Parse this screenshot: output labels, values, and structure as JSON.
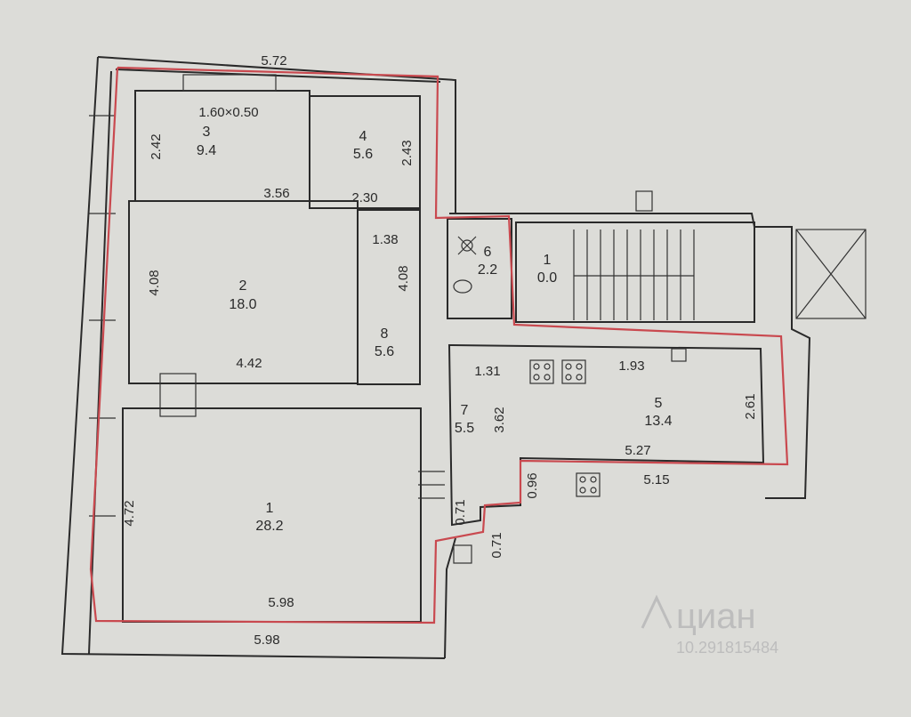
{
  "rooms": [
    {
      "number": "1",
      "area": "28.2"
    },
    {
      "number": "2",
      "area": "18.0"
    },
    {
      "number": "3",
      "area": "9.4"
    },
    {
      "number": "4",
      "area": "5.6"
    },
    {
      "number": "5",
      "area": "13.4"
    },
    {
      "number": "6",
      "area": "2.2"
    },
    {
      "number": "7",
      "area": "5.5"
    },
    {
      "number": "8",
      "area": "5.6"
    },
    {
      "number": "1",
      "area": "0.0"
    }
  ],
  "dimensions": {
    "top_outer": "5.72",
    "window_note": "1.60×0.50",
    "r3_height": "2.42",
    "r4_height": "2.43",
    "r3_width": "3.56",
    "r4_width": "2.30",
    "r2_height": "4.08",
    "r8_height": "4.08",
    "r8_top": "1.38",
    "r2_width": "4.42",
    "r7_top": "1.31",
    "r7_height": "3.62",
    "kitchen_top": "1.93",
    "kitchen_height": "2.61",
    "kitchen_width_inner": "5.27",
    "kitchen_width_outer": "5.15",
    "step_a": "0.96",
    "step_b": "0.71",
    "step_c": "0.71",
    "r1_height": "4.72",
    "r1_width_inner": "5.98",
    "r1_width_outer": "5.98"
  },
  "watermark": {
    "brand": "циан",
    "id": "10.291815484"
  },
  "colors": {
    "background": "#dcdcd8",
    "walls": "#2a2a2a",
    "apartment_outline": "#c9494f"
  }
}
